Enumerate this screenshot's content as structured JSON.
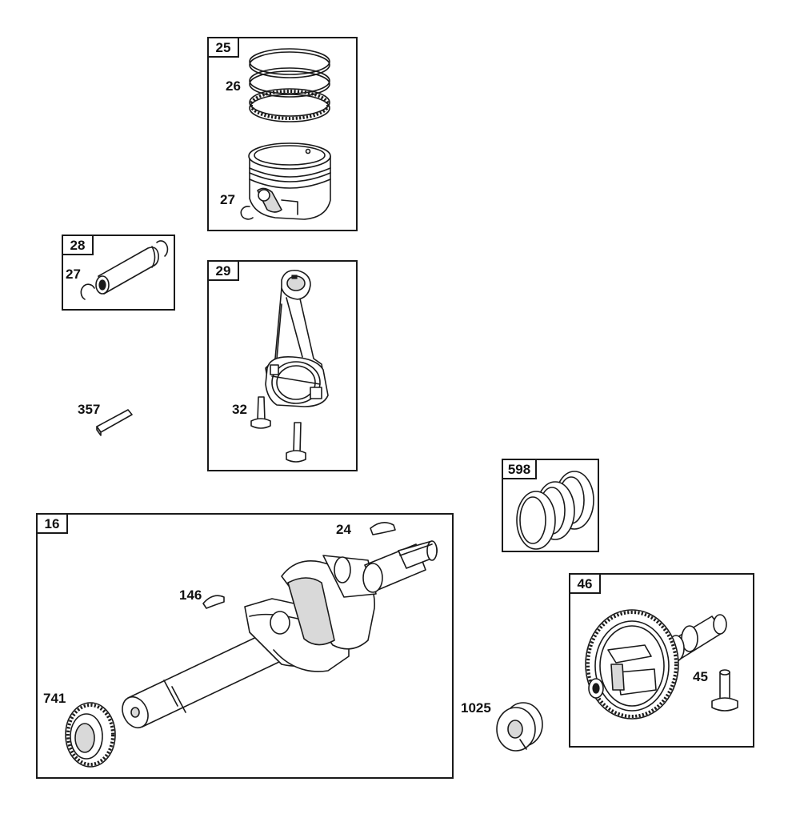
{
  "diagram": {
    "group_tags": {
      "piston_group": "25",
      "pin_group": "28",
      "rod_group": "29",
      "seal_group": "598",
      "crank_group": "16",
      "cam_group": "46"
    },
    "part_labels": {
      "rings": "26",
      "piston_clip": "27",
      "pin_clip": "27",
      "rod_bolt": "32",
      "key_357": "357",
      "crank_key_24": "24",
      "crank_key_146": "146",
      "crank_gear": "741",
      "washer": "1025",
      "tappet": "45"
    }
  }
}
